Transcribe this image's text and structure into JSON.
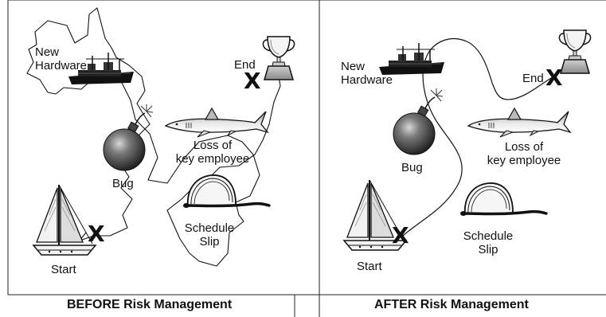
{
  "before": {
    "caption": "BEFORE Risk Management",
    "labels": {
      "new_hardware": [
        "New",
        "Hardware"
      ],
      "end": "End",
      "bug": "Bug",
      "loss": [
        "Loss of",
        "key employee"
      ],
      "schedule_slip": [
        "Schedule",
        "Slip"
      ],
      "start": "Start"
    }
  },
  "after": {
    "caption": "AFTER Risk Management",
    "labels": {
      "new_hardware": [
        "New",
        "Hardware"
      ],
      "end": "End",
      "bug": "Bug",
      "loss": [
        "Loss of",
        "key employee"
      ],
      "schedule_slip": [
        "Schedule",
        "Slip"
      ],
      "start": "Start"
    }
  },
  "marks": {
    "x": "X"
  },
  "icons": [
    "trophy-icon",
    "ship-icon",
    "bomb-icon",
    "shark-icon",
    "tent-icon",
    "sailboat-icon"
  ]
}
